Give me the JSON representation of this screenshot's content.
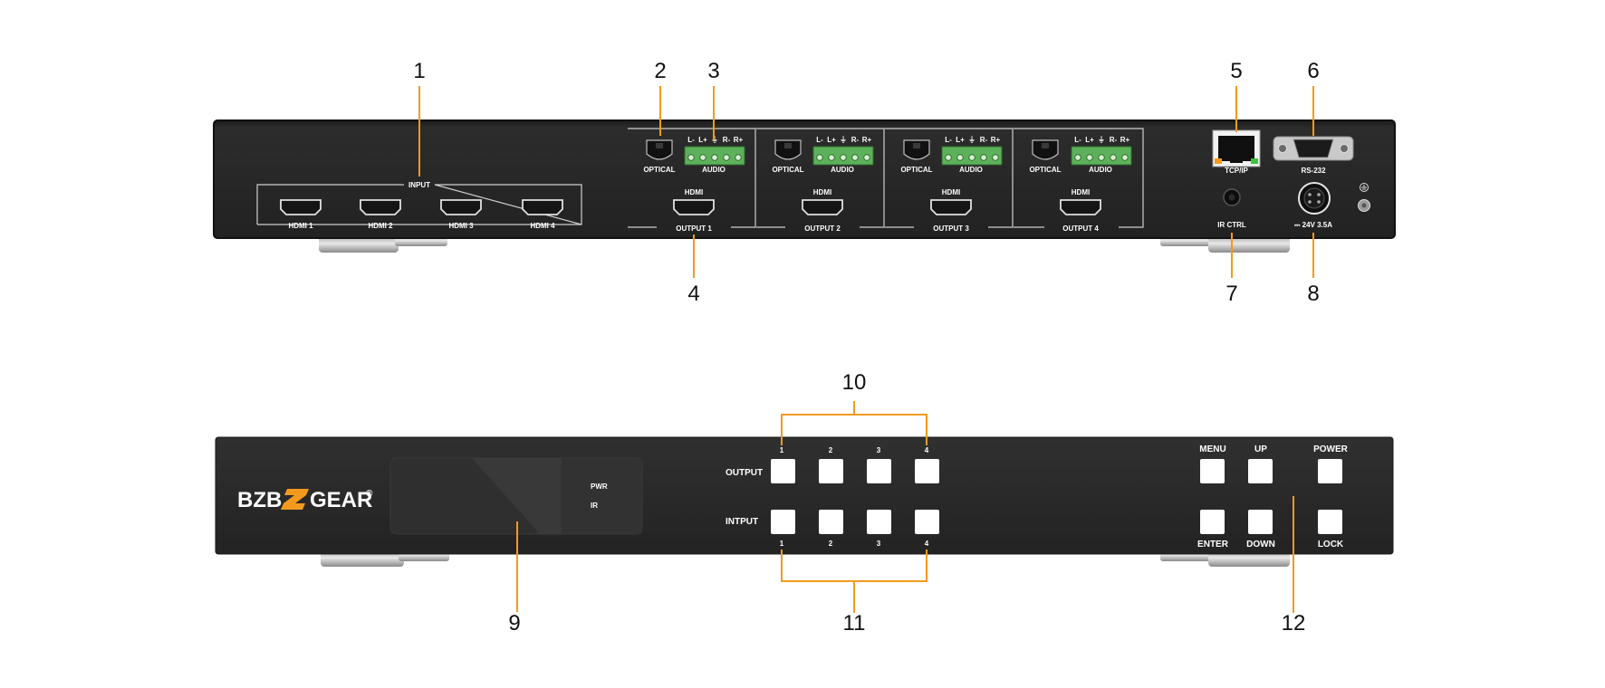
{
  "callouts": [
    "1",
    "2",
    "3",
    "4",
    "5",
    "6",
    "7",
    "8",
    "9",
    "10",
    "11",
    "12"
  ],
  "rear_panel": {
    "input_label": "INPUT",
    "hdmi_inputs": [
      "HDMI 1",
      "HDMI 2",
      "HDMI 3",
      "HDMI 4"
    ],
    "optical_label": "OPTICAL",
    "audio_label": "AUDIO",
    "audio_pins": [
      "L-",
      "L+",
      "⏚",
      "R-",
      "R+"
    ],
    "hdmi_label": "HDMI",
    "outputs": [
      "OUTPUT 1",
      "OUTPUT 2",
      "OUTPUT 3",
      "OUTPUT 4"
    ],
    "tcpip_label": "TCP/IP",
    "rs232_label": "RS-232",
    "ir_ctrl_label": "IR CTRL",
    "power_label": "⎓ 24V 3.5A"
  },
  "front_panel": {
    "logo_text": "BZB",
    "logo_suffix": "GEAR",
    "logo_mark": "®",
    "pwr_label": "PWR",
    "ir_label": "IR",
    "output_label": "OUTPUT",
    "input_label": "INTPUT",
    "button_numbers": [
      "1",
      "2",
      "3",
      "4"
    ],
    "menu_label": "MENU",
    "up_label": "UP",
    "power_label": "POWER",
    "enter_label": "ENTER",
    "down_label": "DOWN",
    "lock_label": "LOCK"
  },
  "colors": {
    "leader": "#F39A1E",
    "panel": "#262626",
    "terminal": "#5DB15A"
  }
}
